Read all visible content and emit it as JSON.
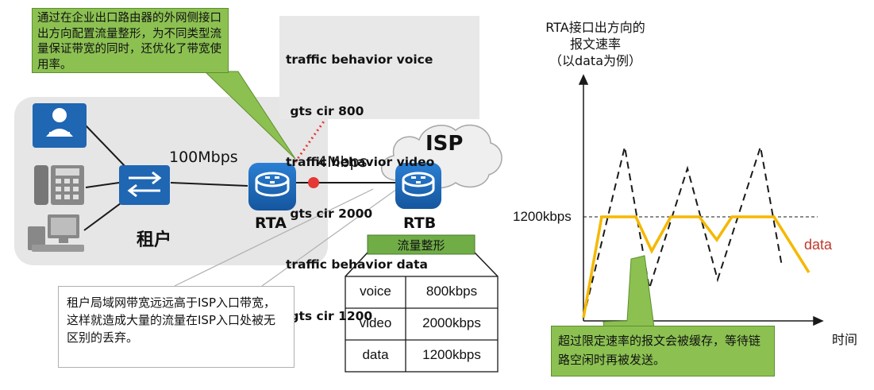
{
  "network": {
    "callout_top": "通过在企业出口路由器的外网侧接口出方向配置流量整形，为不同类型流量保证带宽的同时，还优化了带宽使用率。",
    "config_lines": [
      "traffic behavior voice",
      " gts cir 800",
      "traffic behavior video",
      " gts cir 2000",
      "traffic behavior data",
      " gts cir 1200"
    ],
    "link_lan_speed": "100Mbps",
    "link_wan_speed": "4Mbps",
    "isp_label": "ISP",
    "router_a_label": "RTA",
    "router_b_label": "RTB",
    "tenant_label": "租户",
    "callout_bottom": "租户局域网带宽远远高于ISP入口带宽，这样就造成大量的流量在ISP入口处被无区别的丢弃。"
  },
  "shaping_table": {
    "title": "流量整形",
    "rows": [
      {
        "type": "voice",
        "rate": "800kbps"
      },
      {
        "type": "video",
        "rate": "2000kbps"
      },
      {
        "type": "data",
        "rate": "1200kbps"
      }
    ]
  },
  "rate_chart": {
    "title_lines": [
      "RTA接口出方向的",
      "报文速率",
      "（以data为例）"
    ],
    "limit_label": "1200kbps",
    "series_label": "data",
    "x_axis_label": "时间",
    "callout": "超过限定速率的报文会被缓存，等待链路空闲时再被发送。"
  },
  "colors": {
    "icon_blue": "#1f66b3",
    "callout_green": "#8cc152",
    "shaped_line": "#f5b800",
    "connector_red": "#e53935",
    "tenant_area": "#e7e7e7",
    "config_box": "#e8e8e8"
  }
}
